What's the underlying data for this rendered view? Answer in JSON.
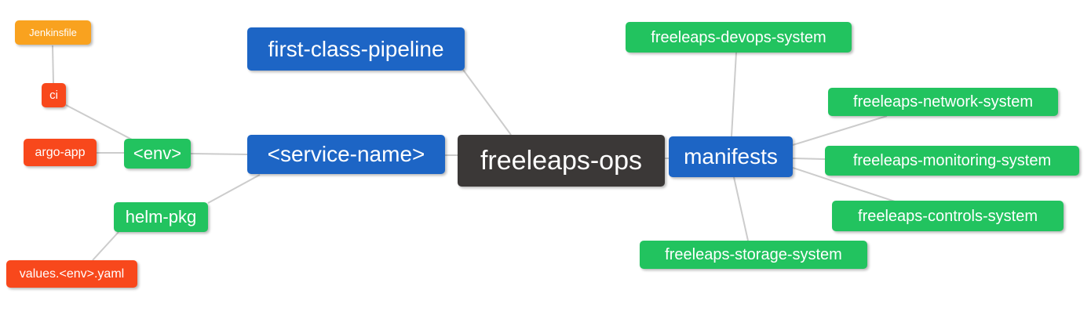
{
  "diagram": {
    "type": "mindmap",
    "root_label": "freeleaps-ops",
    "palette": {
      "blue": "#1d65c5",
      "green": "#22c35f",
      "red": "#f8481c",
      "amber": "#f9a21f",
      "dark": "#3b3837",
      "edge": "#cccccc",
      "text": "#ffffff",
      "background": "#ffffff"
    },
    "nodes": [
      {
        "id": "jenkinsfile",
        "label": "Jenkinsfile",
        "color": "amber"
      },
      {
        "id": "ci",
        "label": "ci",
        "color": "red"
      },
      {
        "id": "argo-app",
        "label": "argo-app",
        "color": "red"
      },
      {
        "id": "env",
        "label": "<env>",
        "color": "green"
      },
      {
        "id": "helm-pkg",
        "label": "helm-pkg",
        "color": "green"
      },
      {
        "id": "values-env-yaml",
        "label": "values.<env>.yaml",
        "color": "red"
      },
      {
        "id": "first-class-pipeline",
        "label": "first-class-pipeline",
        "color": "blue"
      },
      {
        "id": "service-name",
        "label": "<service-name>",
        "color": "blue"
      },
      {
        "id": "freeleaps-ops",
        "label": "freeleaps-ops",
        "color": "dark"
      },
      {
        "id": "manifests",
        "label": "manifests",
        "color": "blue"
      },
      {
        "id": "freeleaps-devops-system",
        "label": "freeleaps-devops-system",
        "color": "green"
      },
      {
        "id": "freeleaps-network-system",
        "label": "freeleaps-network-system",
        "color": "green"
      },
      {
        "id": "freeleaps-monitoring-system",
        "label": "freeleaps-monitoring-system",
        "color": "green"
      },
      {
        "id": "freeleaps-controls-system",
        "label": "freeleaps-controls-system",
        "color": "green"
      },
      {
        "id": "freeleaps-storage-system",
        "label": "freeleaps-storage-system",
        "color": "green"
      }
    ],
    "edges": [
      {
        "from": "jenkinsfile",
        "to": "ci"
      },
      {
        "from": "ci",
        "to": "env"
      },
      {
        "from": "argo-app",
        "to": "env"
      },
      {
        "from": "env",
        "to": "service-name"
      },
      {
        "from": "helm-pkg",
        "to": "service-name"
      },
      {
        "from": "values-env-yaml",
        "to": "helm-pkg"
      },
      {
        "from": "first-class-pipeline",
        "to": "freeleaps-ops"
      },
      {
        "from": "service-name",
        "to": "freeleaps-ops"
      },
      {
        "from": "freeleaps-ops",
        "to": "manifests"
      },
      {
        "from": "manifests",
        "to": "freeleaps-devops-system"
      },
      {
        "from": "manifests",
        "to": "freeleaps-network-system"
      },
      {
        "from": "manifests",
        "to": "freeleaps-monitoring-system"
      },
      {
        "from": "manifests",
        "to": "freeleaps-controls-system"
      },
      {
        "from": "manifests",
        "to": "freeleaps-storage-system"
      }
    ]
  }
}
